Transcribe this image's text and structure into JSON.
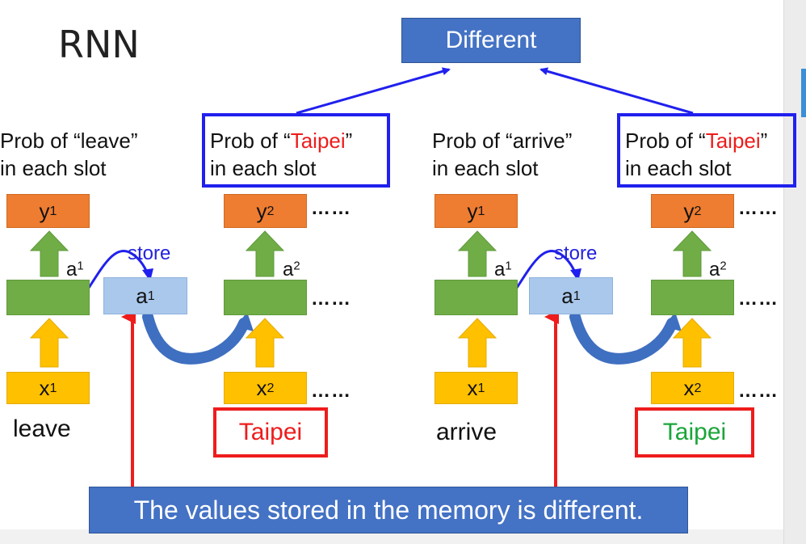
{
  "title": "RNN",
  "different_label": "Different",
  "banner_text": "The values stored in the memory is different.",
  "prob_leave": {
    "line1": "Prob of “leave”",
    "line2": "in each slot"
  },
  "prob_taipei": {
    "line1_pre": "Prob of “",
    "highlight": "Taipei",
    "line1_post": "”",
    "line2": "in each slot"
  },
  "prob_arrive": {
    "line1": "Prob of “arrive”",
    "line2": "in each slot"
  },
  "store_label": "store",
  "dots": "……",
  "var_y": "y",
  "var_a": "a",
  "var_x": "x",
  "sup1": "1",
  "sup2": "2",
  "words": {
    "leave": "leave",
    "taipei": "Taipei",
    "arrive": "arrive"
  },
  "colors": {
    "orange": "#ee7d31",
    "green": "#70ad47",
    "memory": "#a9c8ec",
    "yellow": "#ffc000",
    "blue_box": "#4472c4",
    "frame_blue": "#2020ee",
    "frame_red": "#ee1c1c",
    "taipei_red": "#ee1c1c",
    "taipei_green": "#1aa53a",
    "curved_arrow": "#3f6fc0"
  }
}
